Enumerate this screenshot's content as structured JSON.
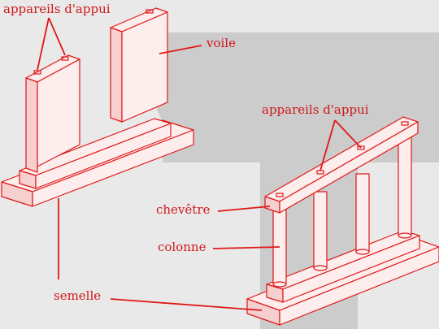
{
  "labels": {
    "bearings_left": "appareils d'appui",
    "wall": "voile",
    "bearings_right": "appareils d'appui",
    "cap_beam": "chevêtre",
    "column": "colonne",
    "footing": "semelle"
  },
  "colors": {
    "background": "#e9e9e9",
    "shadow": "#cccccc",
    "line": "#e01818",
    "face": "#fdeded",
    "face_dark": "#f6cfcf",
    "label": "#d01818"
  }
}
